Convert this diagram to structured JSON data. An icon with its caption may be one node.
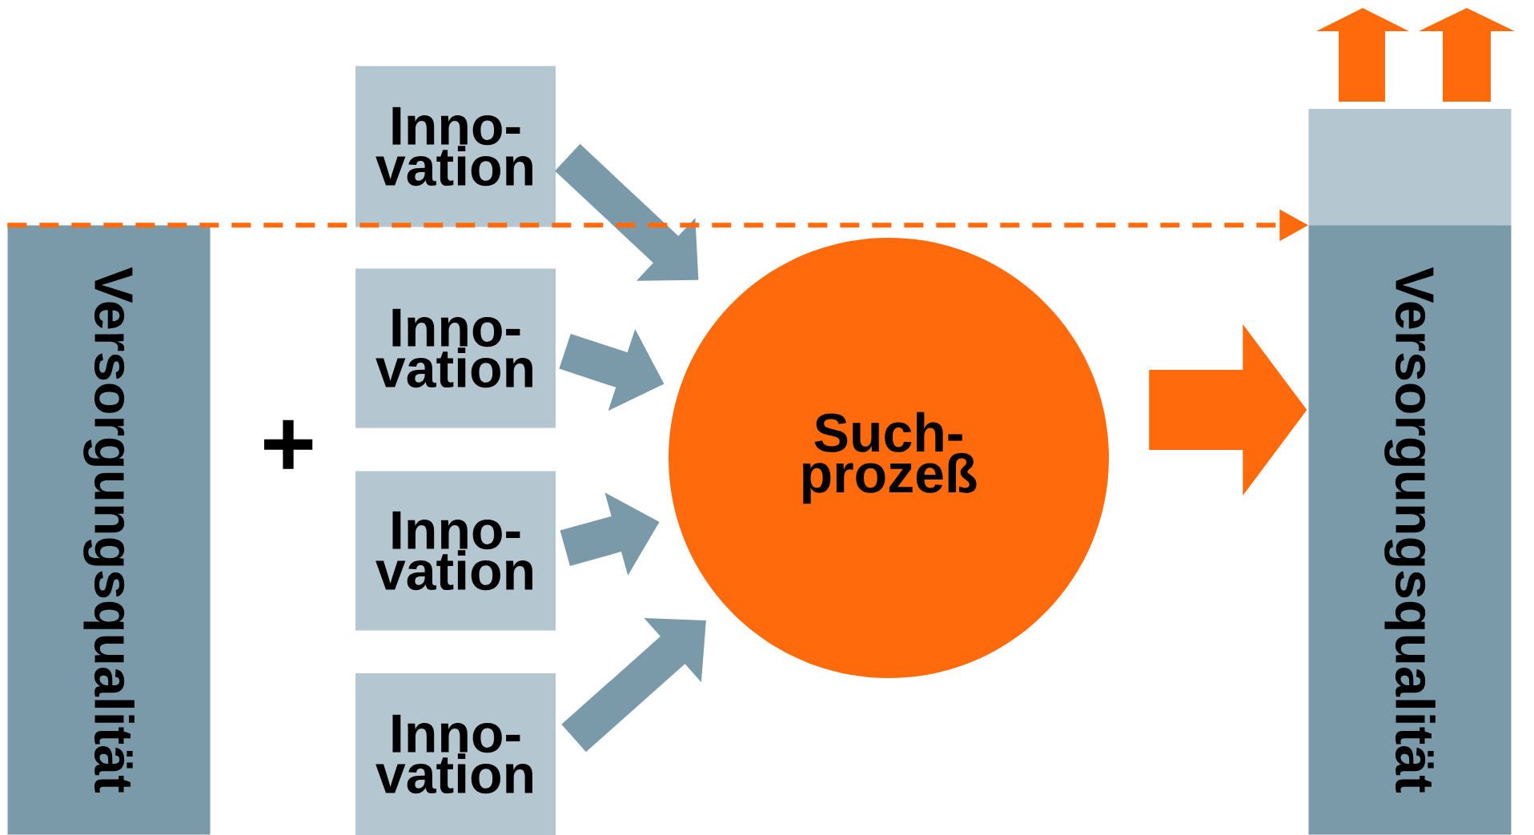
{
  "diagram": {
    "nodes": [
      {
        "text": [
          "Versorgungsqualität"
        ]
      },
      {
        "text": [
          "Inno- vation"
        ]
      },
      {
        "text": [
          "Inno- vation"
        ]
      },
      {
        "text": [
          "Inno- vation"
        ]
      },
      {
        "text": [
          "Inno- vation"
        ]
      },
      {
        "text": [
          "Such- prozeß"
        ]
      },
      {
        "text": [],
        "shape": "box"
      },
      {
        "text": [
          "Versorgungsqualität"
        ]
      }
    ],
    "edges": [
      {
        "from": 1,
        "to": 5,
        "arrow": "to"
      },
      {
        "from": 2,
        "to": 5,
        "arrow": "to"
      },
      {
        "from": 3,
        "to": 5,
        "arrow": "to"
      },
      {
        "from": 4,
        "to": 5,
        "arrow": "to"
      },
      {
        "from": 5,
        "to": 7,
        "arrow": "to",
        "style": "thick",
        "color": "#ff6a0d"
      },
      {
        "from": 0,
        "to": 7,
        "arrow": "to",
        "style": "dashed",
        "color": "#ff6a0d"
      }
    ],
    "labels": [
      "+"
    ]
  }
}
